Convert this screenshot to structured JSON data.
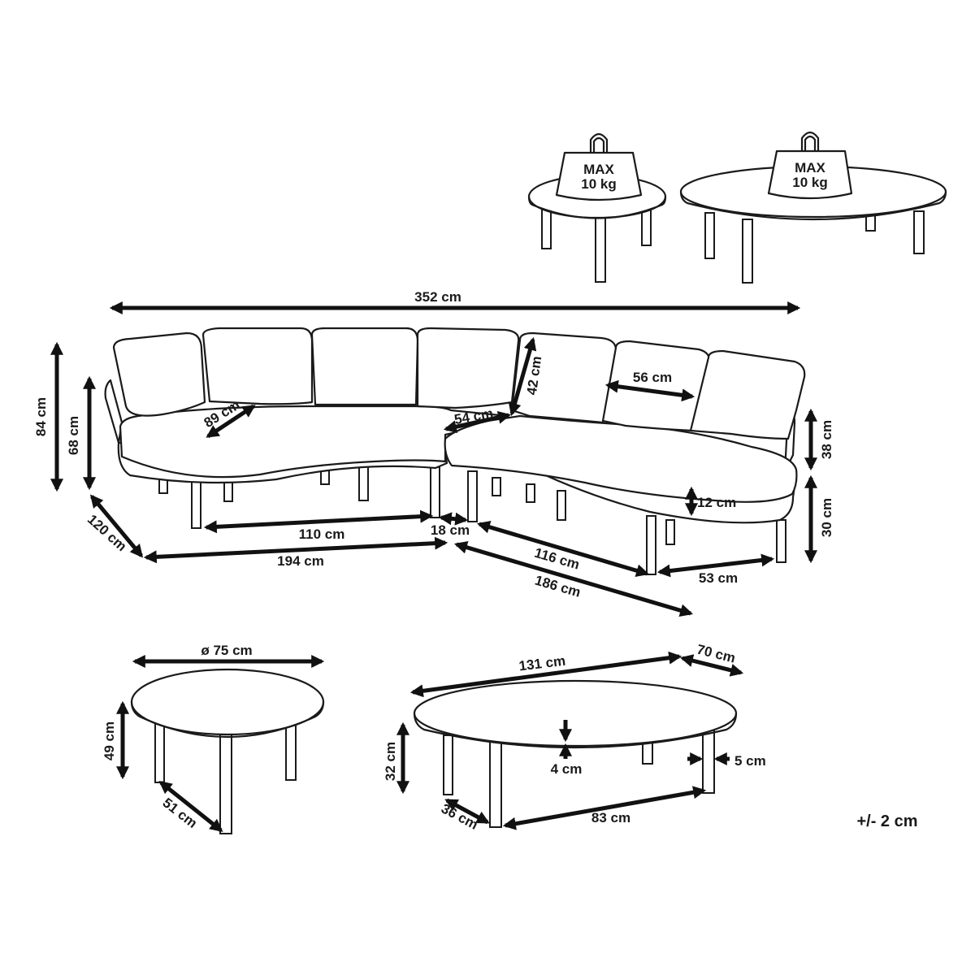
{
  "weight_badges": [
    {
      "line1": "MAX",
      "line2": "10 kg"
    },
    {
      "line1": "MAX",
      "line2": "10 kg"
    }
  ],
  "sofa_dimensions": {
    "total_width": "352 cm",
    "total_height": "84 cm",
    "back_height": "68 cm",
    "depth_side": "120 cm",
    "seat_depth": "89 cm",
    "cushion_depth": "54 cm",
    "cushion_height": "42 cm",
    "cushion_width": "56 cm",
    "seat_height": "38 cm",
    "seat_thickness": "12 cm",
    "leg_height": "30 cm",
    "leg_span_left": "110 cm",
    "gap": "18 cm",
    "left_length": "194 cm",
    "right_leg_span": "116 cm",
    "right_length": "186 cm",
    "right_end": "53 cm"
  },
  "round_table": {
    "diameter": "ø 75 cm",
    "height": "49 cm",
    "leg_span": "51 cm"
  },
  "oval_table": {
    "length": "131 cm",
    "width": "70 cm",
    "height": "32 cm",
    "top_thickness": "4 cm",
    "leg_thickness": "5 cm",
    "leg_depth": "36 cm",
    "leg_span": "83 cm"
  },
  "tolerance": "+/- 2 cm"
}
